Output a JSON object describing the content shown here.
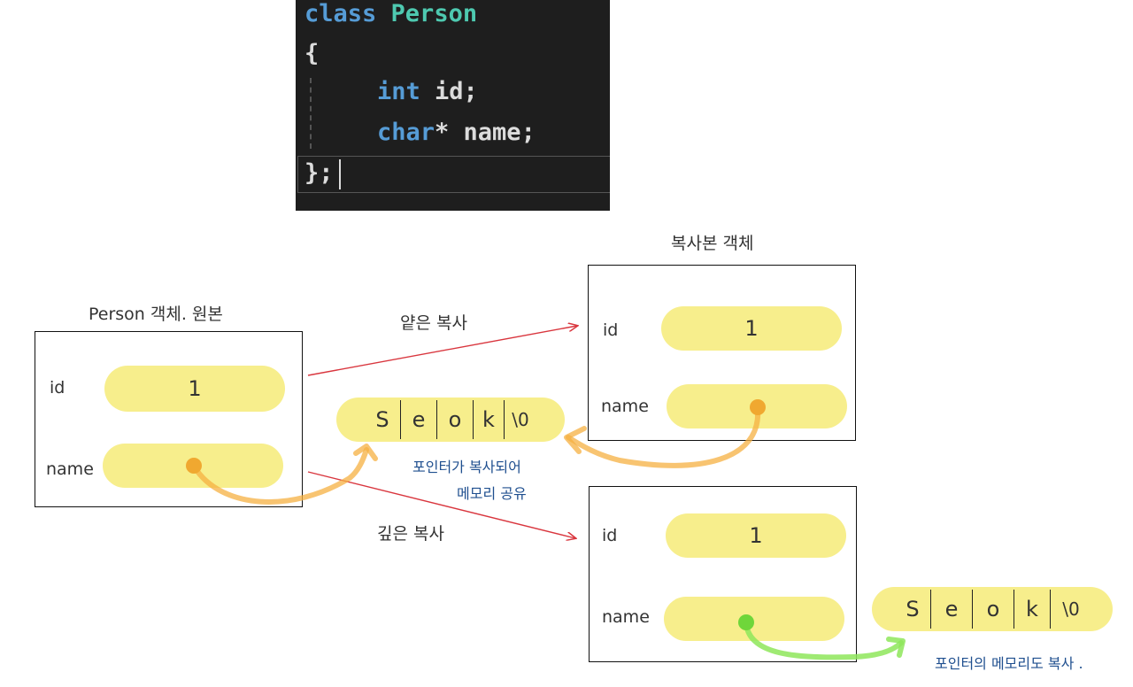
{
  "code": {
    "line1_kw": "class",
    "line1_type": "Person",
    "line2": "{",
    "line3_kw": "int",
    "line3_rest": " id;",
    "line4_kw": "char",
    "line4_rest": "* name;",
    "line5": "};"
  },
  "original": {
    "caption": "Person 객체. 원본",
    "id_label": "id",
    "id_value": "1",
    "name_label": "name"
  },
  "shared_string": [
    "S",
    "e",
    "o",
    "k",
    "\\0"
  ],
  "shallow": {
    "caption": "얕은 복사",
    "note_line1": "포인터가 복사되어",
    "note_line2": "메모리 공유"
  },
  "shallow_copy": {
    "caption": "복사본 객체",
    "id_label": "id",
    "id_value": "1",
    "name_label": "name"
  },
  "deep": {
    "caption": "깊은 복사",
    "note": "포인터의 메모리도 복사 ."
  },
  "deep_copy": {
    "id_label": "id",
    "id_value": "1",
    "name_label": "name"
  },
  "deep_string": [
    "S",
    "e",
    "o",
    "k",
    "\\0"
  ],
  "colors": {
    "arrow": "#d9363e",
    "shallow_curve": "#f5b041",
    "deep_curve": "#8ee65a",
    "pill": "#f7ee8c",
    "note_text": "#1f4f8f"
  }
}
